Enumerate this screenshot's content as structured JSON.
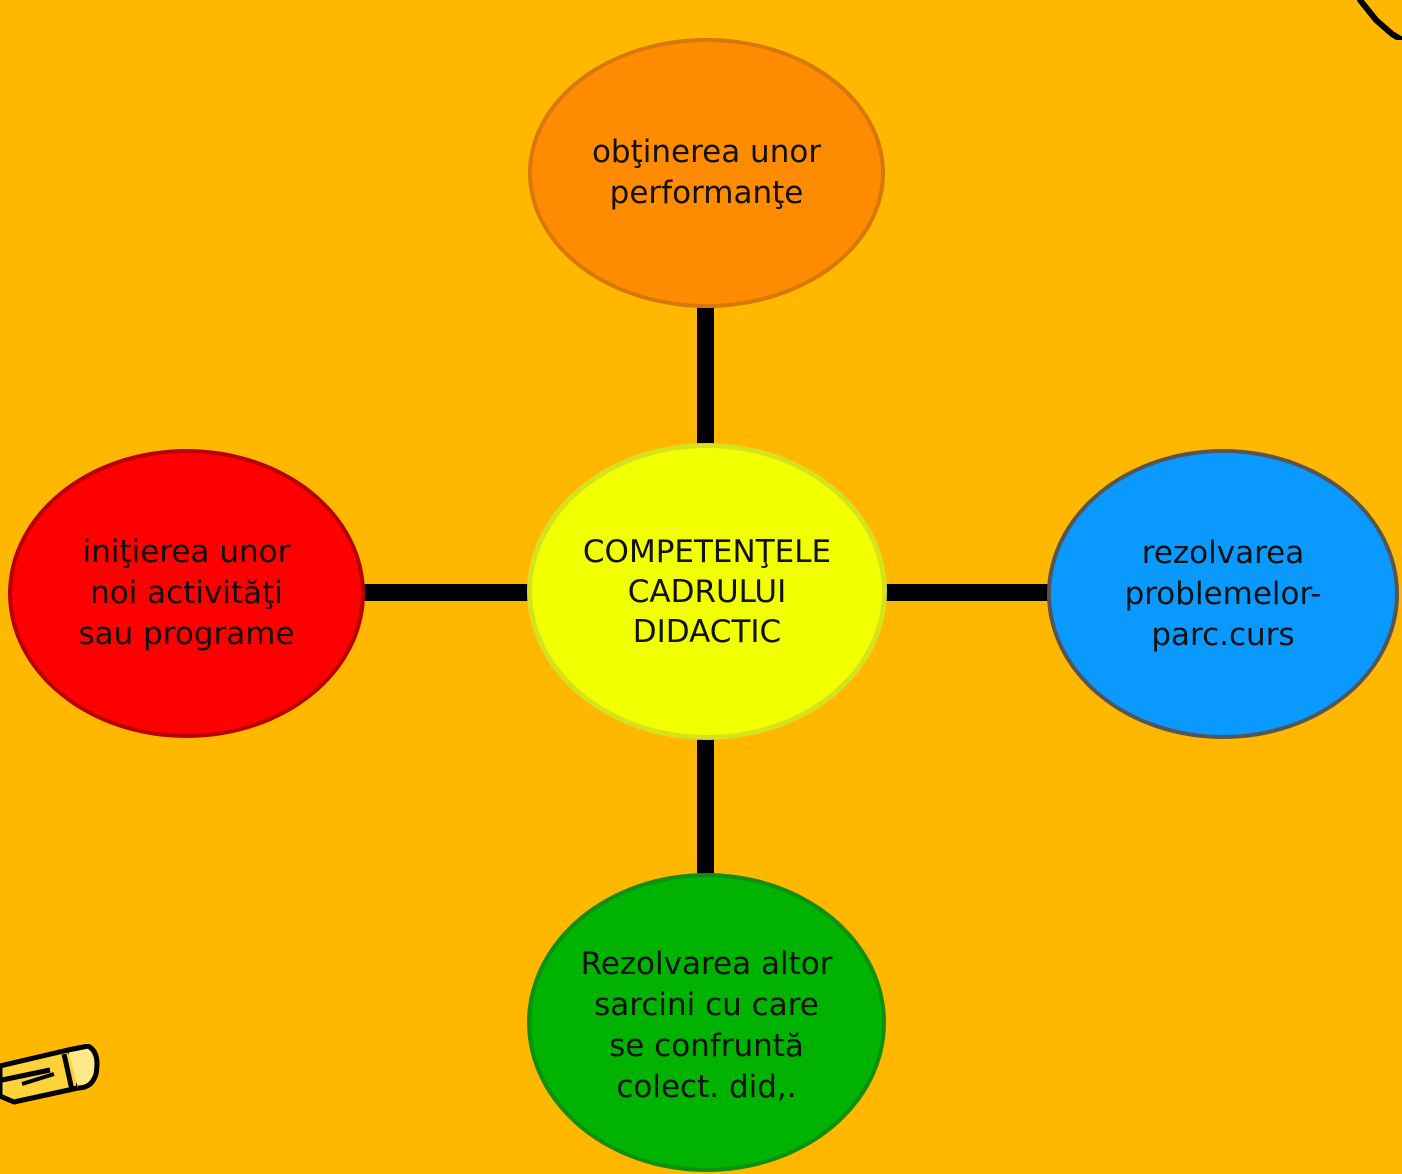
{
  "diagram": {
    "center": {
      "label": "COMPETENŢELE\nCADRULUI\nDIDACTIC",
      "fill": "#F2FF00"
    },
    "nodes": [
      {
        "id": "top",
        "label": "obţinerea unor\n performanţe",
        "fill": "#FF8C00"
      },
      {
        "id": "left",
        "label": "iniţierea unor\nnoi activităţi\n sau programe",
        "fill": "#FF0000"
      },
      {
        "id": "right",
        "label": "rezolvarea\nproblemelor-\nparc.curs",
        "fill": "#0A99FF"
      },
      {
        "id": "bottom",
        "label": "Rezolvarea altor\nsarcini  cu care\nse confruntă\ncolect. did,.",
        "fill": "#00B300"
      }
    ],
    "background": "#FFB700",
    "connector_color": "#000000"
  },
  "decorations": {
    "pencil_icon": "pencil-icon",
    "corner_stroke": "corner-line-icon"
  }
}
